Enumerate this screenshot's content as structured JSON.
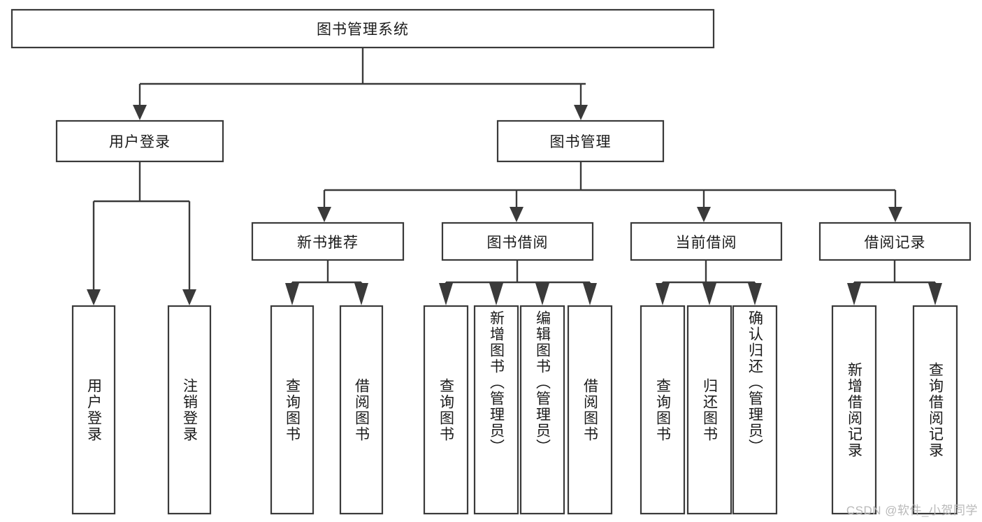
{
  "diagram": {
    "type": "tree",
    "title": "图书管理系统",
    "watermark": "CSDN @软件_小贺同学",
    "colors": {
      "stroke": "#3a3a3a",
      "box_fill": "#ffffff",
      "text": "#1a1a1a",
      "watermark": "#b9b9b9",
      "background": "#ffffff"
    },
    "root": {
      "label": "图书管理系统"
    },
    "level1": [
      {
        "label": "用户登录"
      },
      {
        "label": "图书管理"
      }
    ],
    "level2": [
      {
        "label": "新书推荐"
      },
      {
        "label": "图书借阅"
      },
      {
        "label": "当前借阅"
      },
      {
        "label": "借阅记录"
      }
    ],
    "leaves": {
      "user_login": [
        {
          "label": "用户登录"
        },
        {
          "label": "注销登录"
        }
      ],
      "new_book_recommend": [
        {
          "label": "查询图书"
        },
        {
          "label": "借阅图书"
        }
      ],
      "book_borrow": [
        {
          "label": "查询图书"
        },
        {
          "label": "新增图书（管理员）"
        },
        {
          "label": "编辑图书（管理员）"
        },
        {
          "label": "借阅图书"
        }
      ],
      "current_borrow": [
        {
          "label": "查询图书"
        },
        {
          "label": "归还图书"
        },
        {
          "label": "确认归还（管理员）"
        }
      ],
      "borrow_record": [
        {
          "label": "新增借阅记录"
        },
        {
          "label": "查询借阅记录"
        }
      ]
    }
  }
}
